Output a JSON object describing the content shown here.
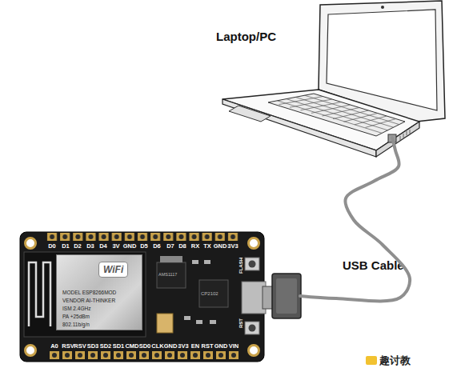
{
  "diagram": {
    "nodes": [
      {
        "text": [
          "Laptop/PC"
        ]
      },
      {
        "text": [
          "FLASH",
          "RST"
        ]
      },
      {
        "text": [
          "WiFi",
          "MODEL ESP8266MOD",
          "VENDOR AI-THINKER",
          "ISM 2.4GHz",
          "PA +25dBm",
          "802.11b/g/n"
        ],
        "in": 1
      }
    ],
    "edges": [
      {
        "from": 1,
        "to": 0,
        "label": "USB Cable",
        "arrow": "none"
      }
    ],
    "labels": [
      "D0",
      "D1",
      "D2",
      "D3",
      "D4",
      "3V",
      "GND",
      "D5",
      "D6",
      "D7",
      "D8",
      "RX",
      "TX",
      "GND",
      "3V3",
      "A0",
      "RSV",
      "RSV",
      "SD3",
      "SD2",
      "SD1",
      "CMD",
      "SD0",
      "CLK",
      "GND",
      "3V3",
      "EN",
      "RST",
      "GND",
      "VIN",
      "AMS1117",
      "CP2102",
      "趣讨教"
    ]
  }
}
